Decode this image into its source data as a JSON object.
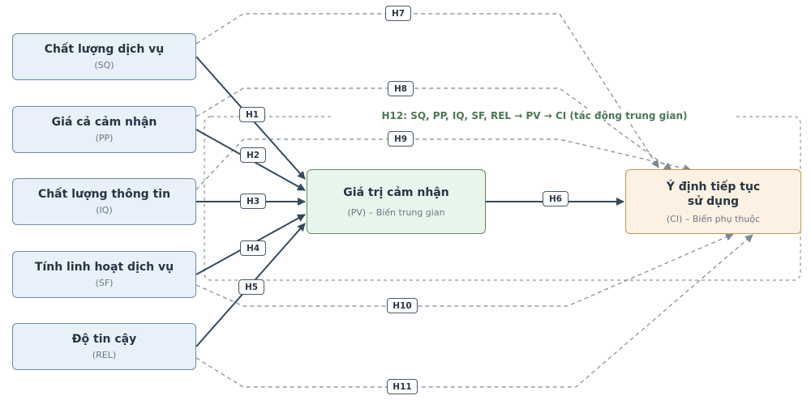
{
  "constructs": [
    {
      "key": "sq",
      "name": "Chất lượng dịch vụ",
      "abbr": "(SQ)"
    },
    {
      "key": "pp",
      "name": "Giá cả cảm nhận",
      "abbr": "(PP)"
    },
    {
      "key": "iq",
      "name": "Chất lượng thông tin",
      "abbr": "(IQ)"
    },
    {
      "key": "sf",
      "name": "Tính linh hoạt dịch vụ",
      "abbr": "(SF)"
    },
    {
      "key": "rel",
      "name": "Độ tin cậy",
      "abbr": "(REL)"
    }
  ],
  "mediator": {
    "name": "Giá trị cảm nhận",
    "subtitle": "(PV) – Biến trung gian"
  },
  "outcome": {
    "name_line1": "Ý định tiếp tục",
    "name_line2": "sử dụng",
    "subtitle": "(CI) – Biến phụ thuộc"
  },
  "hypotheses": {
    "h1": "H1",
    "h2": "H2",
    "h3": "H3",
    "h4": "H4",
    "h5": "H5",
    "h6": "H6",
    "h7": "H7",
    "h8": "H8",
    "h9": "H9",
    "h10": "H10",
    "h11": "H11"
  },
  "mediation_note": "H12: SQ, PP, IQ, SF, REL → PV → CI (tác động trung gian)",
  "colors": {
    "solid_arrow": "#34495e",
    "dashed_arrow": "#7d8a96",
    "mediator_fill": "#e8f5ec",
    "outcome_fill": "#fdf1e3",
    "source_fill": "#e8f0fa",
    "note_text": "#4a7a54"
  }
}
